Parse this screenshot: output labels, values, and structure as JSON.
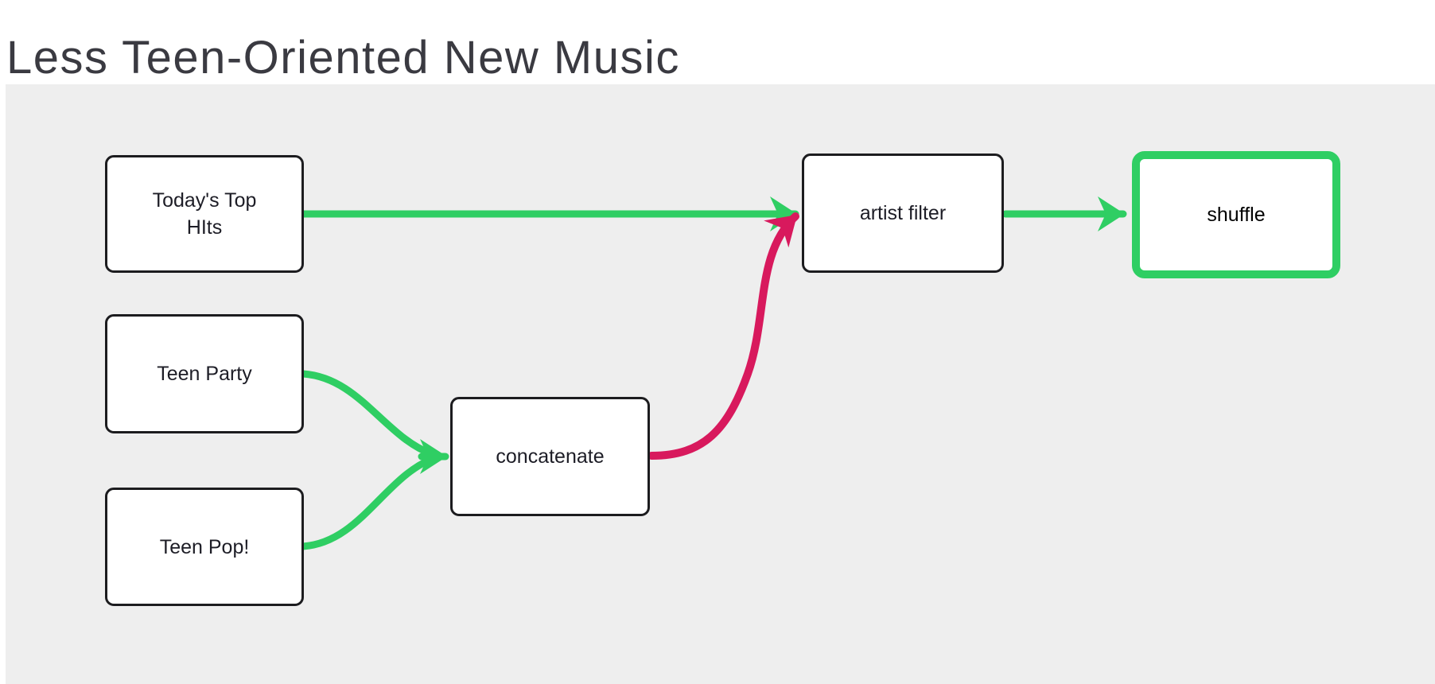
{
  "page": {
    "title": "Less Teen-Oriented New Music"
  },
  "colors": {
    "green": "#2FCE63",
    "pink": "#D8195D",
    "node_border": "#1C1C1F",
    "node_bg": "#FFFFFF",
    "canvas_bg": "#EEEEEE",
    "title_text": "#3A3A41",
    "node_text": "#1D1D26"
  },
  "nodes": [
    {
      "id": "todays-top-hits",
      "label": "Today's Top HIts",
      "type": "source"
    },
    {
      "id": "teen-party",
      "label": "Teen Party",
      "type": "source"
    },
    {
      "id": "teen-pop",
      "label": "Teen Pop!",
      "type": "source"
    },
    {
      "id": "concatenate",
      "label": "concatenate",
      "type": "operation"
    },
    {
      "id": "artist-filter",
      "label": "artist filter",
      "type": "operation"
    },
    {
      "id": "shuffle",
      "label": "shuffle",
      "type": "operation",
      "highlighted": true
    }
  ],
  "edges": [
    {
      "from": "todays-top-hits",
      "to": "artist-filter",
      "color": "green"
    },
    {
      "from": "teen-party",
      "to": "concatenate",
      "color": "green"
    },
    {
      "from": "teen-pop",
      "to": "concatenate",
      "color": "green"
    },
    {
      "from": "concatenate",
      "to": "artist-filter",
      "color": "pink"
    },
    {
      "from": "artist-filter",
      "to": "shuffle",
      "color": "green"
    }
  ]
}
